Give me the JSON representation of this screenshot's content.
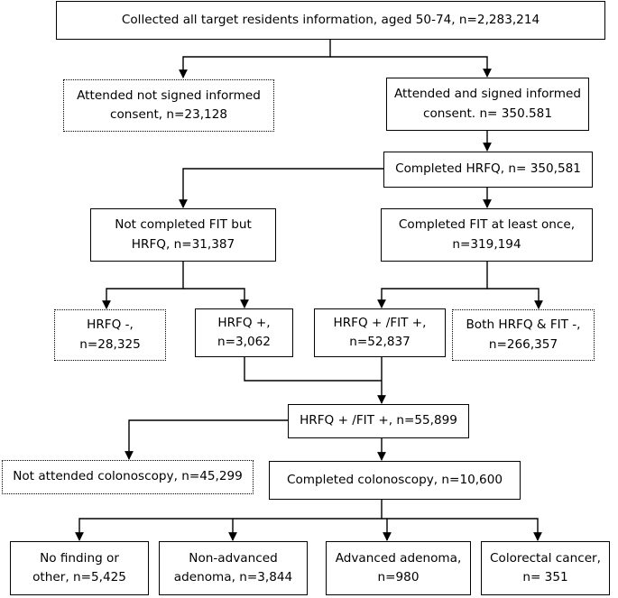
{
  "flowchart": {
    "nodes": {
      "top": {
        "lines": [
          "Collected all target residents information, aged 50-74, n=2,283,214"
        ],
        "border": "solid"
      },
      "not_signed": {
        "lines": [
          "Attended not signed informed",
          "consent, n=23,128"
        ],
        "border": "dotted"
      },
      "signed": {
        "lines": [
          "Attended and signed informed",
          "consent. n= 350.581"
        ],
        "border": "solid"
      },
      "hrfq": {
        "lines": [
          "Completed HRFQ, n= 350,581"
        ],
        "border": "solid"
      },
      "no_fit": {
        "lines": [
          "Not completed FIT but",
          "HRFQ, n=31,387"
        ],
        "border": "solid"
      },
      "fit_once": {
        "lines": [
          "Completed FIT at least once,",
          "n=319,194"
        ],
        "border": "solid"
      },
      "hrfq_neg": {
        "lines": [
          "HRFQ -,",
          "n=28,325"
        ],
        "border": "dotted"
      },
      "hrfq_pos": {
        "lines": [
          "HRFQ +,",
          "n=3,062"
        ],
        "border": "solid"
      },
      "pos_pos": {
        "lines": [
          "HRFQ + /FIT +,",
          "n=52,837"
        ],
        "border": "solid"
      },
      "both_neg": {
        "lines": [
          "Both HRFQ & FIT -,",
          "n=266,357"
        ],
        "border": "dotted"
      },
      "merged": {
        "lines": [
          "HRFQ + /FIT +, n=55,899"
        ],
        "border": "solid"
      },
      "not_colo": {
        "lines": [
          "Not attended colonoscopy, n=45,299"
        ],
        "border": "dotted"
      },
      "colo": {
        "lines": [
          "Completed colonoscopy, n=10,600"
        ],
        "border": "solid"
      },
      "no_finding": {
        "lines": [
          "No finding or",
          "other, n=5,425"
        ],
        "border": "solid"
      },
      "non_adv": {
        "lines": [
          "Non-advanced",
          "adenoma, n=3,844"
        ],
        "border": "solid"
      },
      "adv": {
        "lines": [
          "Advanced adenoma,",
          "n=980"
        ],
        "border": "solid"
      },
      "crc": {
        "lines": [
          "Colorectal cancer,",
          "n= 351"
        ],
        "border": "solid"
      }
    },
    "edges": [
      [
        "top",
        "not_signed"
      ],
      [
        "top",
        "signed"
      ],
      [
        "signed",
        "hrfq"
      ],
      [
        "hrfq",
        "no_fit"
      ],
      [
        "hrfq",
        "fit_once"
      ],
      [
        "no_fit",
        "hrfq_neg"
      ],
      [
        "no_fit",
        "hrfq_pos"
      ],
      [
        "fit_once",
        "pos_pos"
      ],
      [
        "fit_once",
        "both_neg"
      ],
      [
        "hrfq_pos",
        "merged"
      ],
      [
        "pos_pos",
        "merged"
      ],
      [
        "merged",
        "not_colo"
      ],
      [
        "merged",
        "colo"
      ],
      [
        "colo",
        "no_finding"
      ],
      [
        "colo",
        "non_adv"
      ],
      [
        "colo",
        "adv"
      ],
      [
        "colo",
        "crc"
      ]
    ]
  }
}
